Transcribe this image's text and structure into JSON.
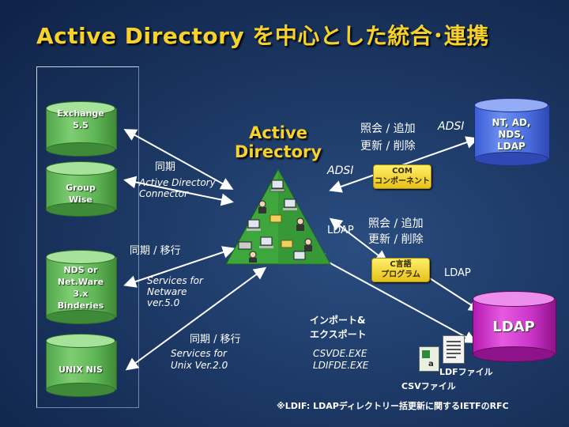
{
  "title": "Active Directory を中心とした統合･連携",
  "center": {
    "line1": "Active",
    "line2": "Directory"
  },
  "cylinders": {
    "exchange": "Exchange\n5.5",
    "groupwise": "Group\nWise",
    "nds": "NDS or\nNet.Ware\n3.x\nBinderies",
    "unix": "UNIX NIS",
    "nt": "NT, AD,\nNDS,\nLDAP",
    "ldap": "LDAP"
  },
  "labels": {
    "sync1": "同期",
    "adc": "Active Directory\nConnector",
    "sync2": "同期 / 移行",
    "netware": "Services for\nNetware\nver.5.0",
    "sync3": "同期 / 移行",
    "unix_svc": "Services for\nUnix Ver.2.0",
    "query1": "照会 / 追加",
    "update1": "更新 / 削除",
    "adsi_top": "ADSI",
    "adsi_mid": "ADSI",
    "com": "COM\nコンポーネント",
    "ldap_mid": "LDAP",
    "query2": "照会 / 追加",
    "update2": "更新 / 削除",
    "c_prog": "C言語\nプログラム",
    "ldap_right": "LDAP",
    "import": "インポート&\nエクスポート",
    "csvde": "CSVDE.EXE\nLDIFDE.EXE",
    "ldf": "LDFファイル",
    "csv": "CSVファイル",
    "note": "※LDIF: LDAPディレクトリー括更新に関するIETFのRFC"
  },
  "colors": {
    "title": "#f7d22a",
    "green_cylinder": "#5fb656",
    "blue_cylinder": "#4c6fe0",
    "magenta_cylinder": "#cc35c8",
    "pyramid": "#4bb84a"
  },
  "icons": [
    "computer-icon",
    "user-icon",
    "folder-icon",
    "printer-icon",
    "spreadsheet-file-icon",
    "text-file-icon"
  ]
}
